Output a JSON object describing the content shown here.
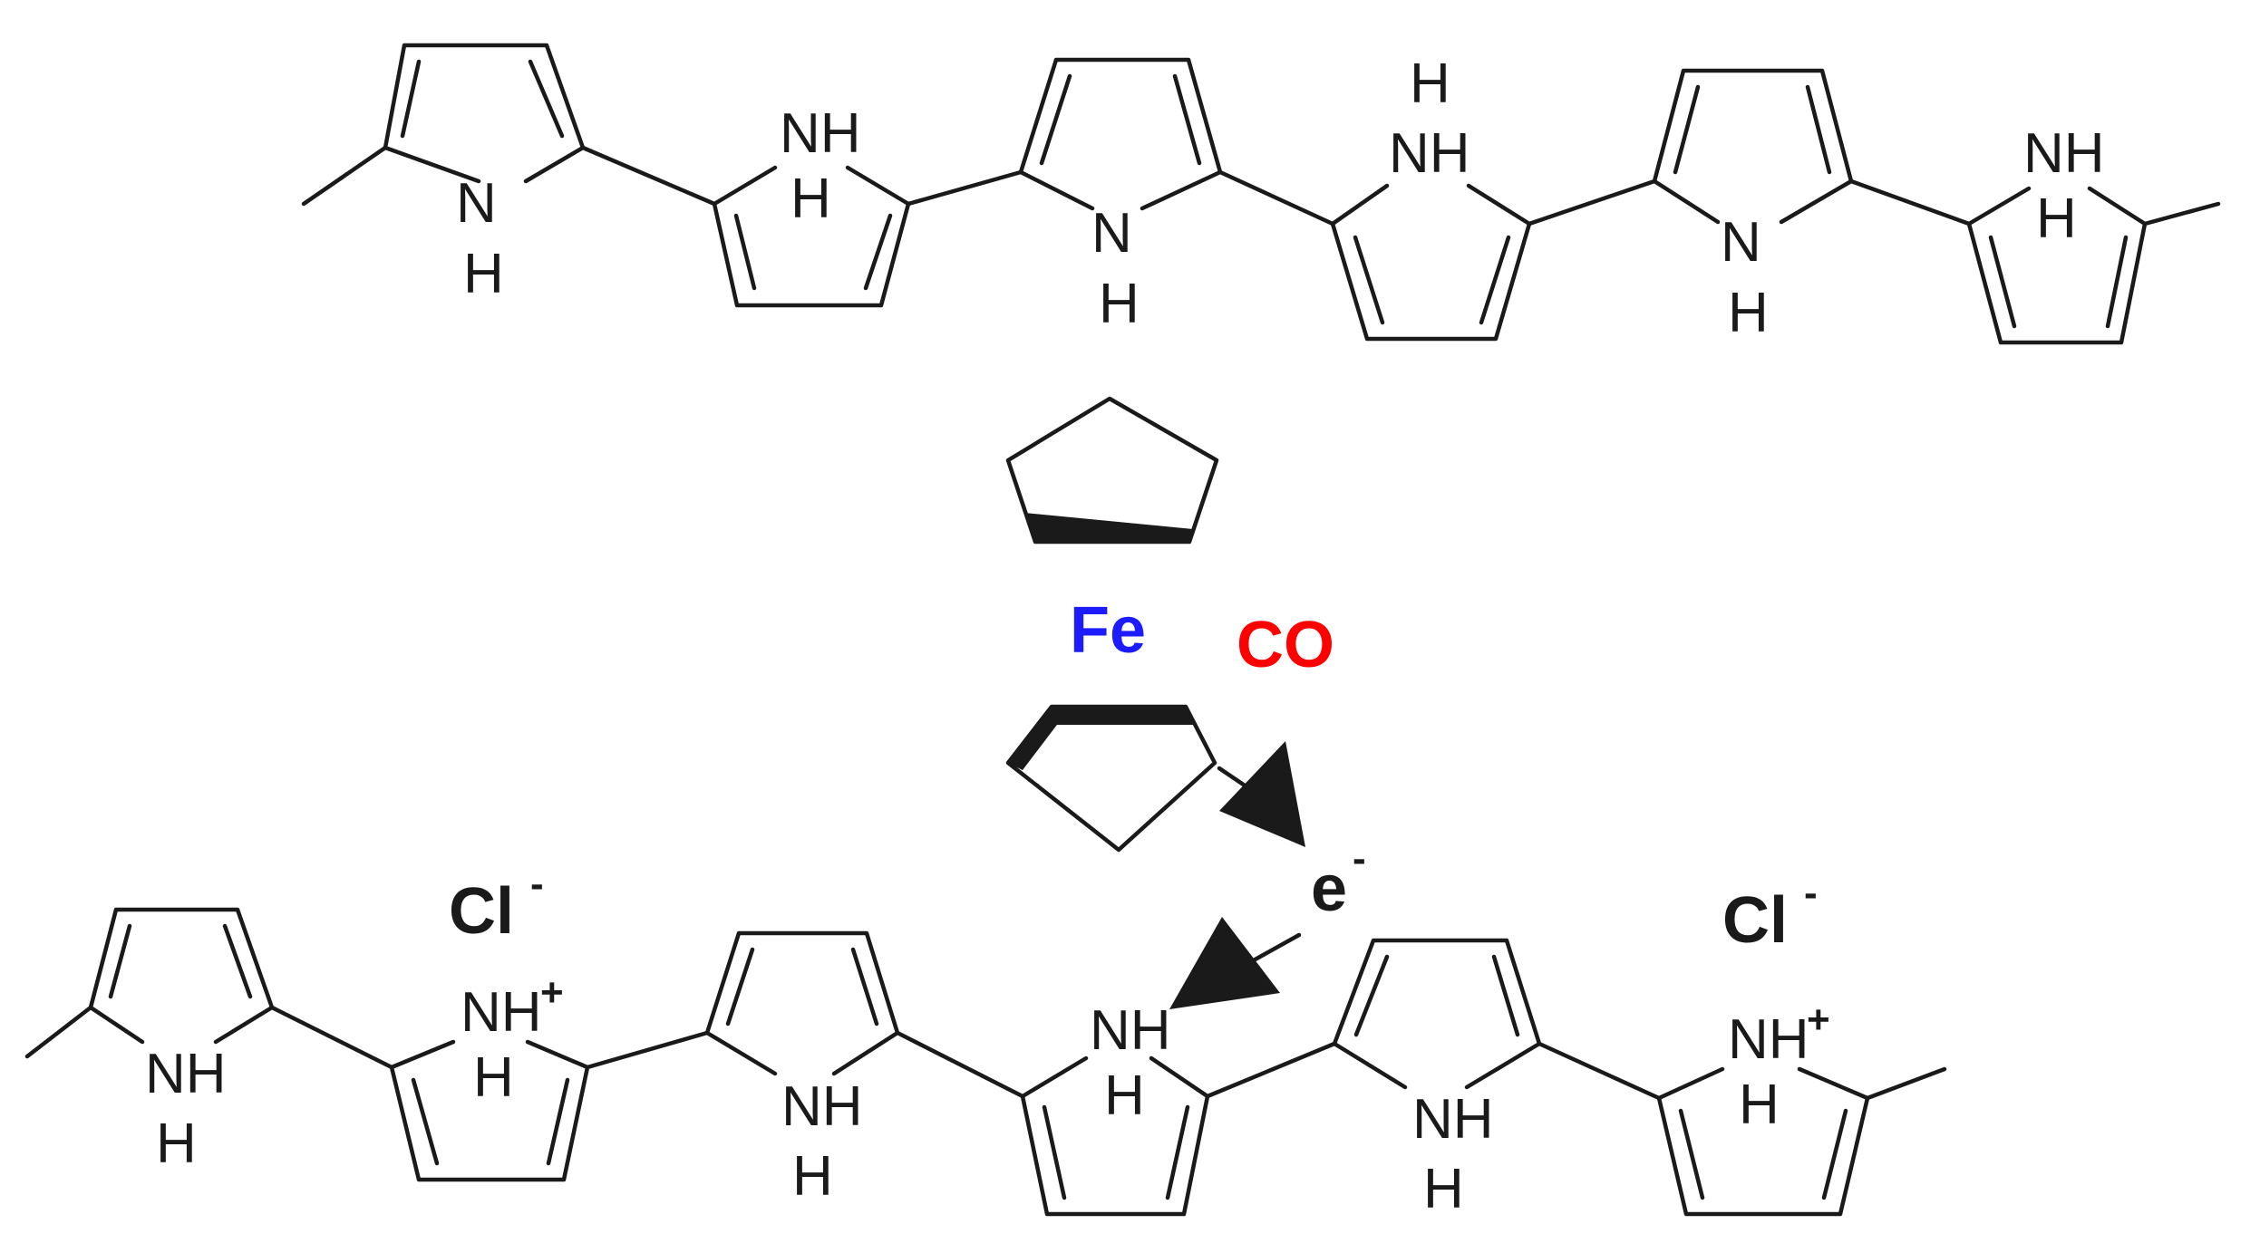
{
  "colors": {
    "bond": "#1a1a1a",
    "iron": "#1c1cff",
    "carbon_monoxide": "#ff0000",
    "text": "#1a1a1a"
  },
  "labels": {
    "nh": "NH",
    "n": "N",
    "h": "H",
    "plus": "+",
    "minus": "-",
    "iron": "Fe",
    "carbon_monoxide": "CO",
    "electron": "e",
    "chloride": "Cl"
  }
}
